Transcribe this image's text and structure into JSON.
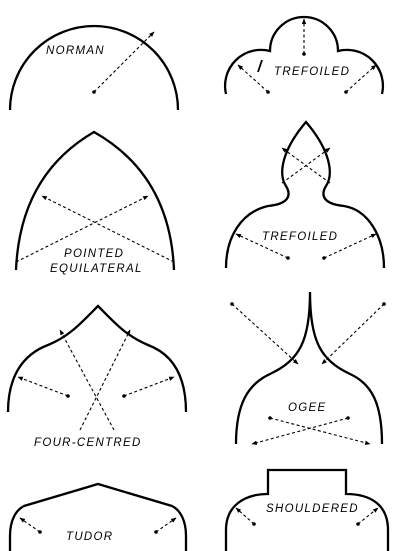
{
  "colors": {
    "ink": "#000000",
    "paper": "#ffffff"
  },
  "labels": {
    "norman": "NORMAN",
    "trefoiled_round": "TREFOILED",
    "pointed_line1": "POINTED",
    "pointed_line2": "EQUILATERAL",
    "trefoiled_pointed": "TREFOILED",
    "four_centred": "FOUR-CENTRED",
    "ogee": "OGEE",
    "tudor": "TUDOR",
    "shouldered": "SHOULDERED"
  }
}
